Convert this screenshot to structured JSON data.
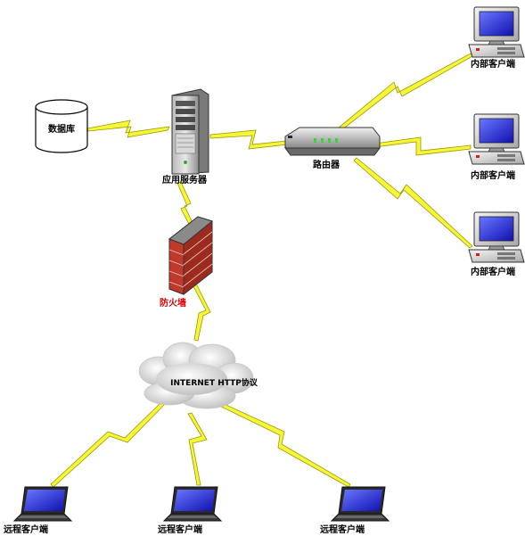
{
  "nodes": {
    "database": {
      "label": "数据库"
    },
    "app_server": {
      "label": "应用服务器"
    },
    "router": {
      "label": "路由器"
    },
    "firewall": {
      "label": "防火墙"
    },
    "internet": {
      "label": "INTERNET HTTP协议"
    },
    "internal_clients": [
      {
        "label": "内部客户端"
      },
      {
        "label": "内部客户端"
      },
      {
        "label": "内部客户端"
      }
    ],
    "remote_clients": [
      {
        "label": "远程客户端"
      },
      {
        "label": "远程客户端"
      },
      {
        "label": "远程客户端"
      }
    ]
  },
  "colors": {
    "link": "#f5f53a",
    "link_stroke": "#9a9a00",
    "firewall_label": "#e00000",
    "firewall_brick": "#c0392b",
    "screen": "#2020d8"
  },
  "icons": {
    "database": "database-cylinder-icon",
    "server": "tower-server-icon",
    "router": "router-icon",
    "firewall": "brick-firewall-icon",
    "cloud": "cloud-icon",
    "desktop": "desktop-computer-icon",
    "laptop": "laptop-icon"
  }
}
